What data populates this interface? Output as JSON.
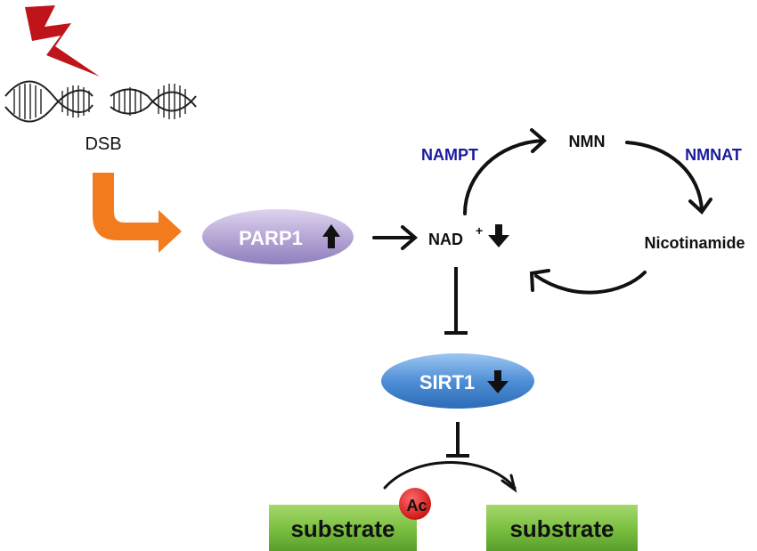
{
  "labels": {
    "dsb": "DSB",
    "parp1": "PARP1",
    "nad": "NAD",
    "nad_sup": "+",
    "nmn": "NMN",
    "nicotinamide": "Nicotinamide",
    "nampt": "NAMPT",
    "nmnat": "NMNAT",
    "sirt1": "SIRT1",
    "substrate_acetylated": "substrate",
    "ac": "Ac",
    "substrate_deacetylated": "substrate"
  },
  "arrows": {
    "parp1": "up",
    "nad": "down",
    "sirt1": "down"
  },
  "colors": {
    "enzyme_label": "#1a1a9c",
    "dsb_arrow": "#f47a1e",
    "lightning": "#c0141b",
    "parp1_fill": "#b8a8d8",
    "sirt1_fill": "#4f8fd6",
    "substrate_fill": "#7cc142",
    "ac_fill": "#e31b1b"
  }
}
